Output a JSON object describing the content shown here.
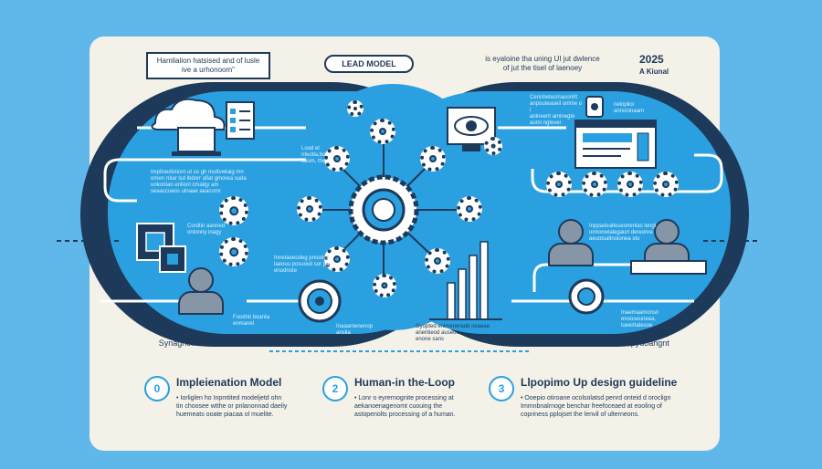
{
  "header": {
    "left_note": "Hamlialion hatsised and of lusle ive a urhonoom\"",
    "center_pill": "LEAD MODEL",
    "right_note": "is eyaloine tha uning UI jut dwlence of jut the tisel of laenoey",
    "year": "2025",
    "year_sub": "A Kiunal"
  },
  "side_labels": {
    "left": "Synagnollone",
    "right": "Copydoangnt"
  },
  "small_texts": {
    "left_upper": "Implinedistiom ut so gh muttvwtaig mn\nomen rolar lsd ibdnrr afiat gmorea suda\nunkoritan enlionl cmalqy am\nseaaccueos ulnaae aeacomr",
    "left_mid": "Cordtin aanned\nontonriy inagy",
    "left_lower": "Fuodnit boanta\nenmanel",
    "center_top": "Lood el\nnteotla,bolsol\nsoom, the l",
    "center_mid": "Innetaoeodeg pnoioing\nlaeouu posuouli sor pad,\nenodnote",
    "center_low": "Inaaamenenop\nanslla",
    "center_bottom": "Gyopted enimeneradd oeaaae\nanentieod auseoe\nenone sans",
    "right_top": "Cennhetecinaoorirlt\nanpouteaseil onlme o i\nanineent aminegte\naumi ngtevei",
    "right_box": "neloplioi\nannoninaam",
    "right_mid": "Inppadeatleseonenlas lengt\nonnonwialegaurt dereonre\naeuotsaltnoionea sto",
    "right_low": "Inaemaamonsn\nenooseuneea,\nlueeirtatesoe"
  },
  "bottom": [
    {
      "num": "0",
      "title": "Impleienation Model",
      "text": "• Iorliglen ho Inpmtited modeljetd ohn\n  tin choosee wtthe or pnlanonnad daeliy\nhuemeats ooate piacaa ol muelite."
    },
    {
      "num": "2",
      "title": "Human-in the-Loop",
      "text": "• Lonr o eyrernognite processing at\n  aekanoenagenomt cuouing the\nastopenolts processing of a human."
    },
    {
      "num": "3",
      "title": "Llpopimo Up design guideline",
      "text": "• Ooepio otiroane ocolsolatsd penrd onteid d oroclign\n  Immnbnalrnoge benchar freefoceaed at eooling of\ncopriness pplojset the lenvil of ulterneons."
    }
  ],
  "icon_names": [
    "cloud-icon",
    "laptop-icon",
    "checklist-icon",
    "eye-monitor-icon",
    "lock-icon",
    "browser-window-icon",
    "gear-icon",
    "circuit-board-icon",
    "user-icon",
    "bar-chart-icon"
  ],
  "colors": {
    "background": "#5fb7ea",
    "card": "#f4f1e8",
    "navy": "#1e3a5a",
    "blue": "#2aa0e0"
  }
}
